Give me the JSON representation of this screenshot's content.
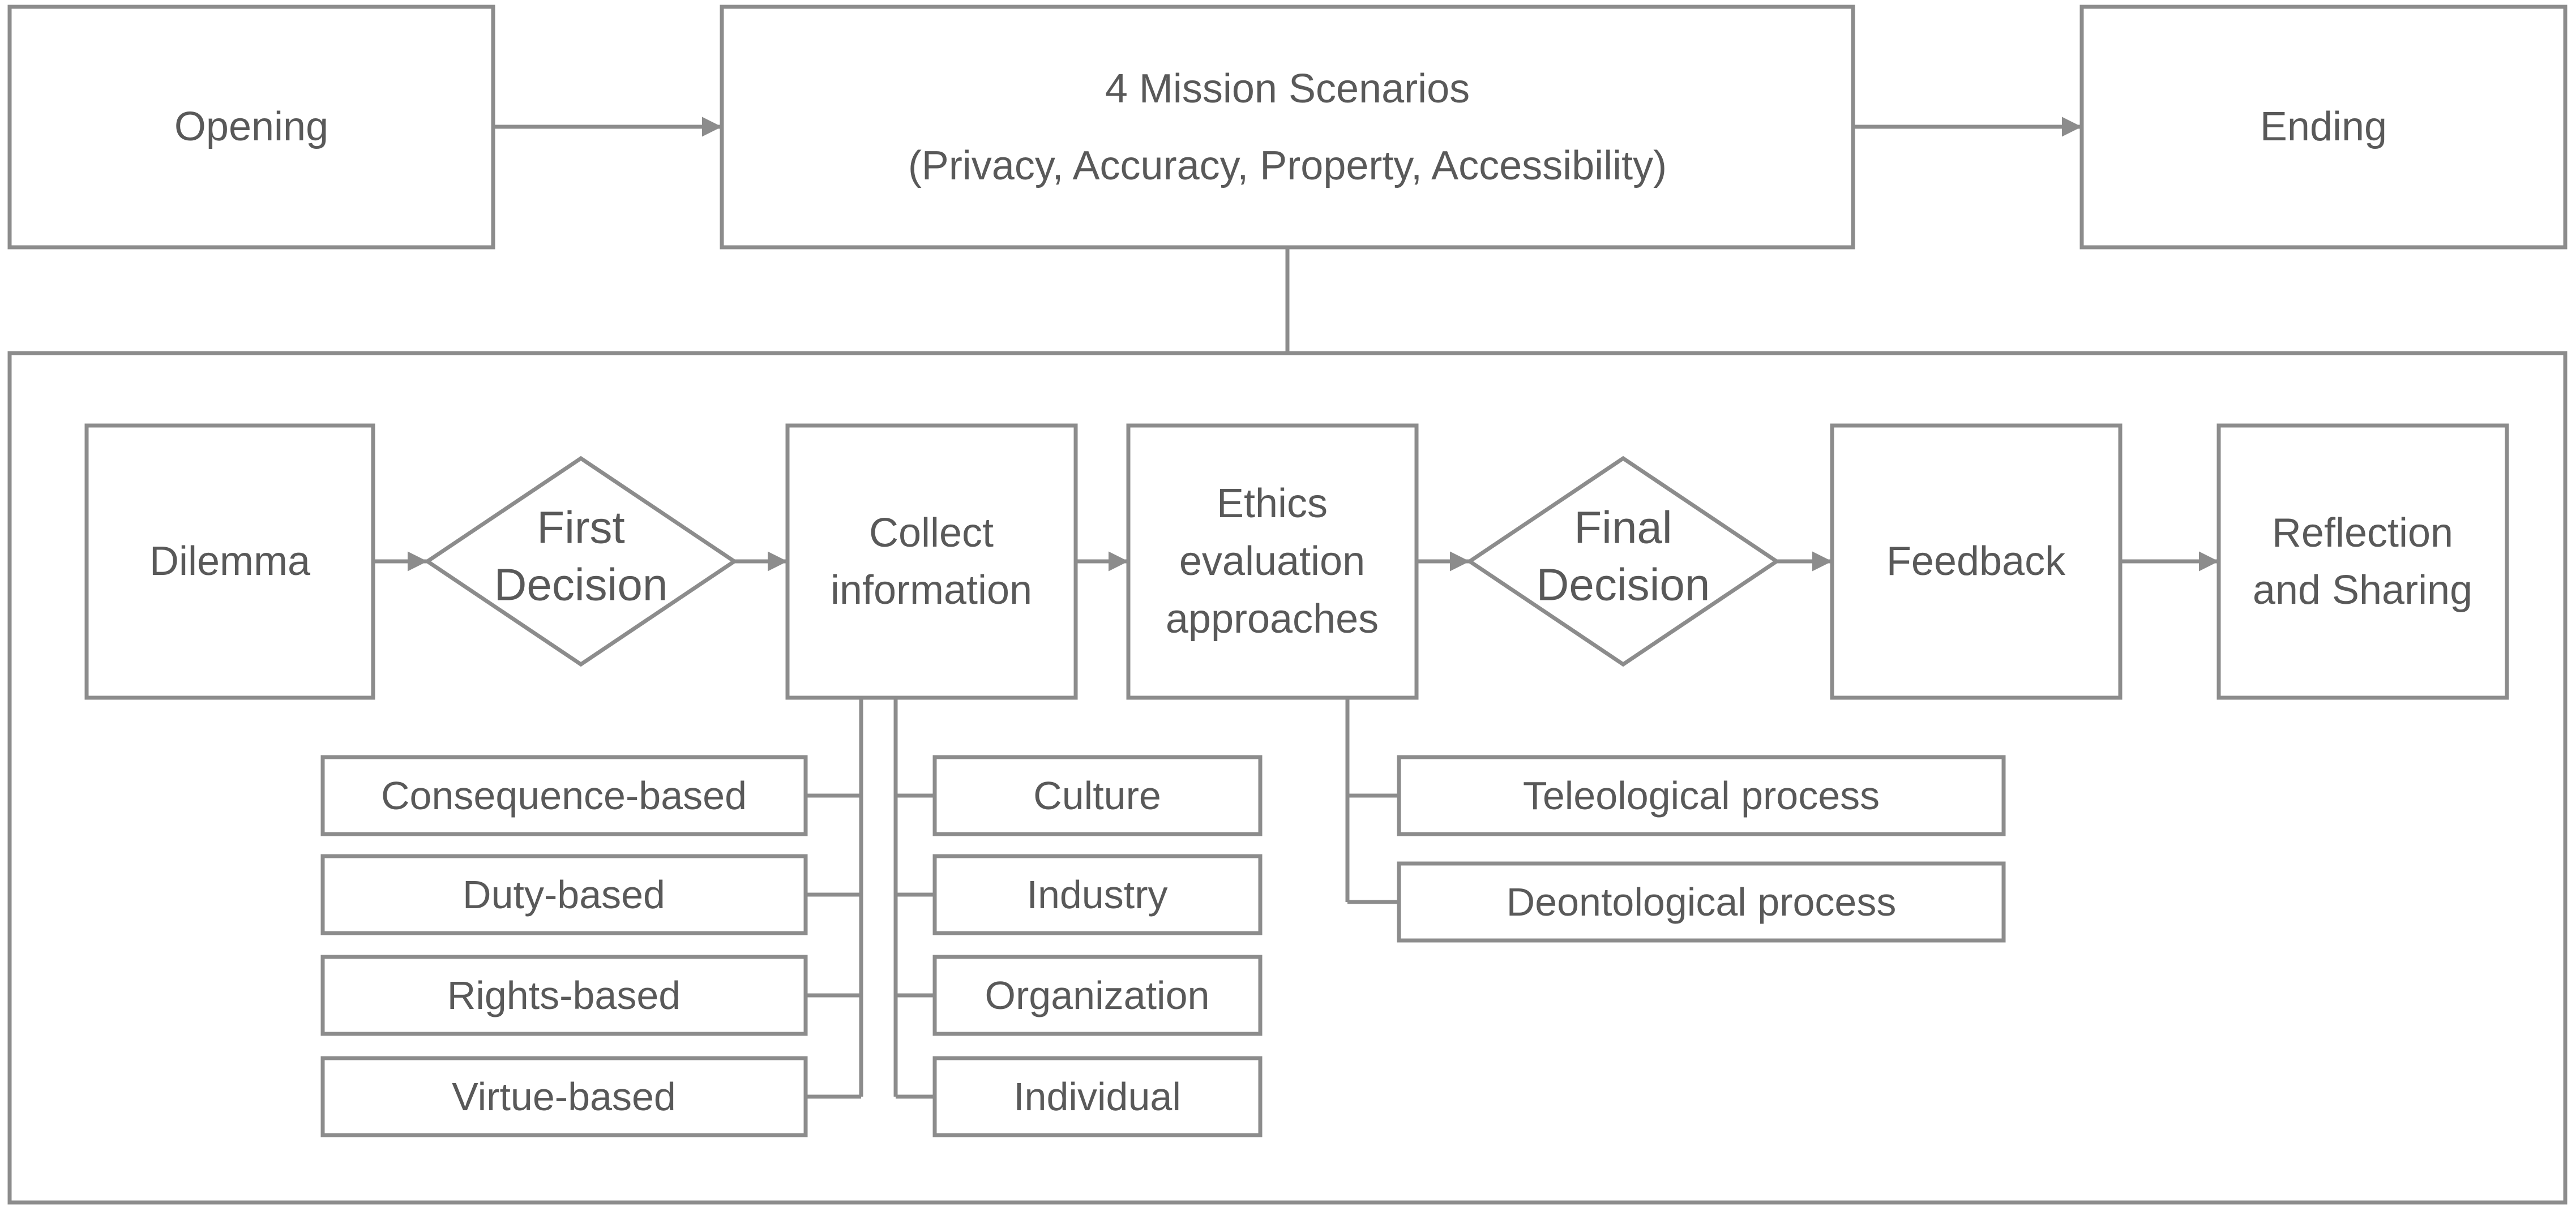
{
  "top_row": {
    "opening": "Opening",
    "scenarios_line1": "4 Mission Scenarios",
    "scenarios_line2": "(Privacy, Accuracy, Property, Accessibility)",
    "ending": "Ending"
  },
  "flow": {
    "dilemma": "Dilemma",
    "first_decision": [
      "First",
      "Decision"
    ],
    "collect_information": [
      "Collect",
      "information"
    ],
    "ethics_evaluation": [
      "Ethics",
      "evaluation",
      "approaches"
    ],
    "final_decision": [
      "Final",
      "Decision"
    ],
    "feedback": "Feedback",
    "reflection": [
      "Reflection",
      "and Sharing"
    ]
  },
  "ethics_bases": [
    "Consequence-based",
    "Duty-based",
    "Rights-based",
    "Virtue-based"
  ],
  "information_sources": [
    "Culture",
    "Industry",
    "Organization",
    "Individual"
  ],
  "processes": [
    "Teleological process",
    "Deontological process"
  ],
  "colors": {
    "stroke": "#8c8c8c",
    "text": "#595959",
    "background": "#ffffff"
  }
}
